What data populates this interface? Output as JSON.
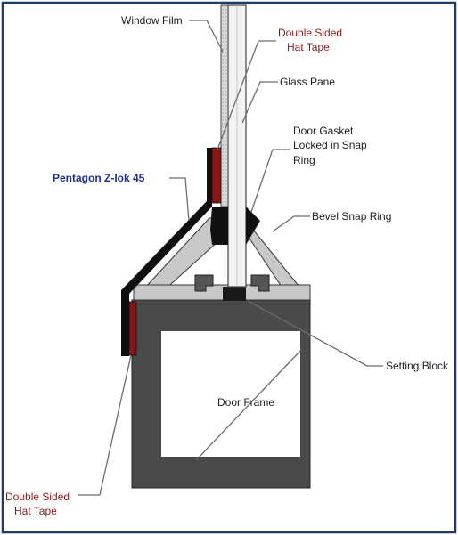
{
  "labels": {
    "window_film": "Window Film",
    "double_sided_top_1": "Double Sided",
    "double_sided_top_2": "Hat Tape",
    "glass_pane": "Glass Pane",
    "door_gasket_1": "Door Gasket",
    "door_gasket_2": "Locked in Snap",
    "door_gasket_3": "Ring",
    "pentagon": "Pentagon Z-lok 45",
    "bevel_snap_ring": "Bevel Snap Ring",
    "setting_block": "Setting Block",
    "door_frame": "Door Frame",
    "double_sided_bottom_1": "Double Sided",
    "double_sided_bottom_2": "Hat Tape"
  },
  "colors": {
    "border": "#1f3a6d",
    "frame": "#4a4a4a",
    "bevel": "#c8c8c8",
    "tape": "#8b1515",
    "z_lok": "#0f0f0f",
    "glass": "#f2f2f2",
    "film": "#d9d9d9",
    "leader": "#6b6b6b",
    "blue_text": "#1f2f8f",
    "red_text": "#8b1a1a"
  }
}
